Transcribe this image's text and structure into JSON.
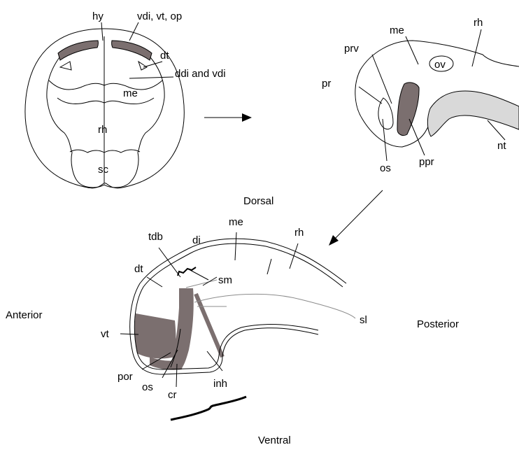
{
  "colors": {
    "stroke": "#000000",
    "dark_fill": "#7b6f6f",
    "light_fill": "#d9d9d9",
    "thin_gray": "#8c8c8c"
  },
  "panel_dorsal_view": {
    "labels": {
      "hy": "hy",
      "vdi_vt_op": "vdi, vt, op",
      "dt": "dt",
      "ddi_vdi": "ddi and vdi",
      "me": "me",
      "rh": "rh",
      "sc": "sc"
    }
  },
  "panel_lateral_early": {
    "labels": {
      "me": "me",
      "rh": "rh",
      "ov": "ov",
      "prv": "prv",
      "pr": "pr",
      "nt": "nt",
      "os": "os",
      "ppr": "ppr"
    }
  },
  "panel_lateral_late": {
    "orientation": {
      "dorsal": "Dorsal",
      "ventral": "Ventral",
      "anterior": "Anterior",
      "posterior": "Posterior"
    },
    "labels": {
      "tdb": "tdb",
      "di": "di",
      "me": "me",
      "rh": "rh",
      "dt": "dt",
      "sm": "sm",
      "sl": "sl",
      "vt": "vt",
      "por": "por",
      "os": "os",
      "cr": "cr",
      "inh": "inh"
    }
  }
}
